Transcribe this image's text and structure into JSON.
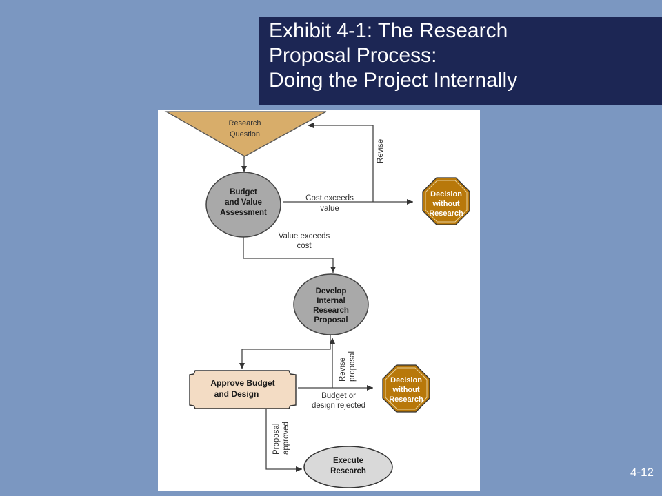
{
  "title": {
    "line1": "Exhibit 4-1: The Research",
    "line2": "Proposal Process:",
    "line3": "Doing the Project Internally"
  },
  "slide_number": "4-12",
  "colors": {
    "background": "#7b97c1",
    "title_bg": "#1c2654",
    "research_question_fill": "#d8ad6a",
    "circle_fill": "#a9a9a9",
    "octagon_fill": "#b8780a",
    "approve_fill": "#f3dcc4",
    "execute_fill": "#d9d9d9"
  },
  "diagram": {
    "nodes": {
      "research_question": {
        "line1": "Research",
        "line2": "Question"
      },
      "budget_assessment": {
        "line1": "Budget",
        "line2": "and Value",
        "line3": "Assessment"
      },
      "decision_1": {
        "line1": "Decision",
        "line2": "without",
        "line3": "Research"
      },
      "develop_proposal": {
        "line1": "Develop",
        "line2": "Internal",
        "line3": "Research",
        "line4": "Proposal"
      },
      "approve": {
        "line1": "Approve Budget",
        "line2": "and Design"
      },
      "decision_2": {
        "line1": "Decision",
        "line2": "without",
        "line3": "Research"
      },
      "execute": {
        "line1": "Execute",
        "line2": "Research"
      }
    },
    "edge_labels": {
      "revise": "Revise",
      "cost_exceeds_1": "Cost exceeds",
      "cost_exceeds_2": "value",
      "value_exceeds_1": "Value exceeds",
      "value_exceeds_2": "cost",
      "revise_proposal_1": "Revise",
      "revise_proposal_2": "proposal",
      "budget_rejected_1": "Budget or",
      "budget_rejected_2": "design rejected",
      "proposal_approved_1": "Proposal",
      "proposal_approved_2": "approved"
    }
  }
}
